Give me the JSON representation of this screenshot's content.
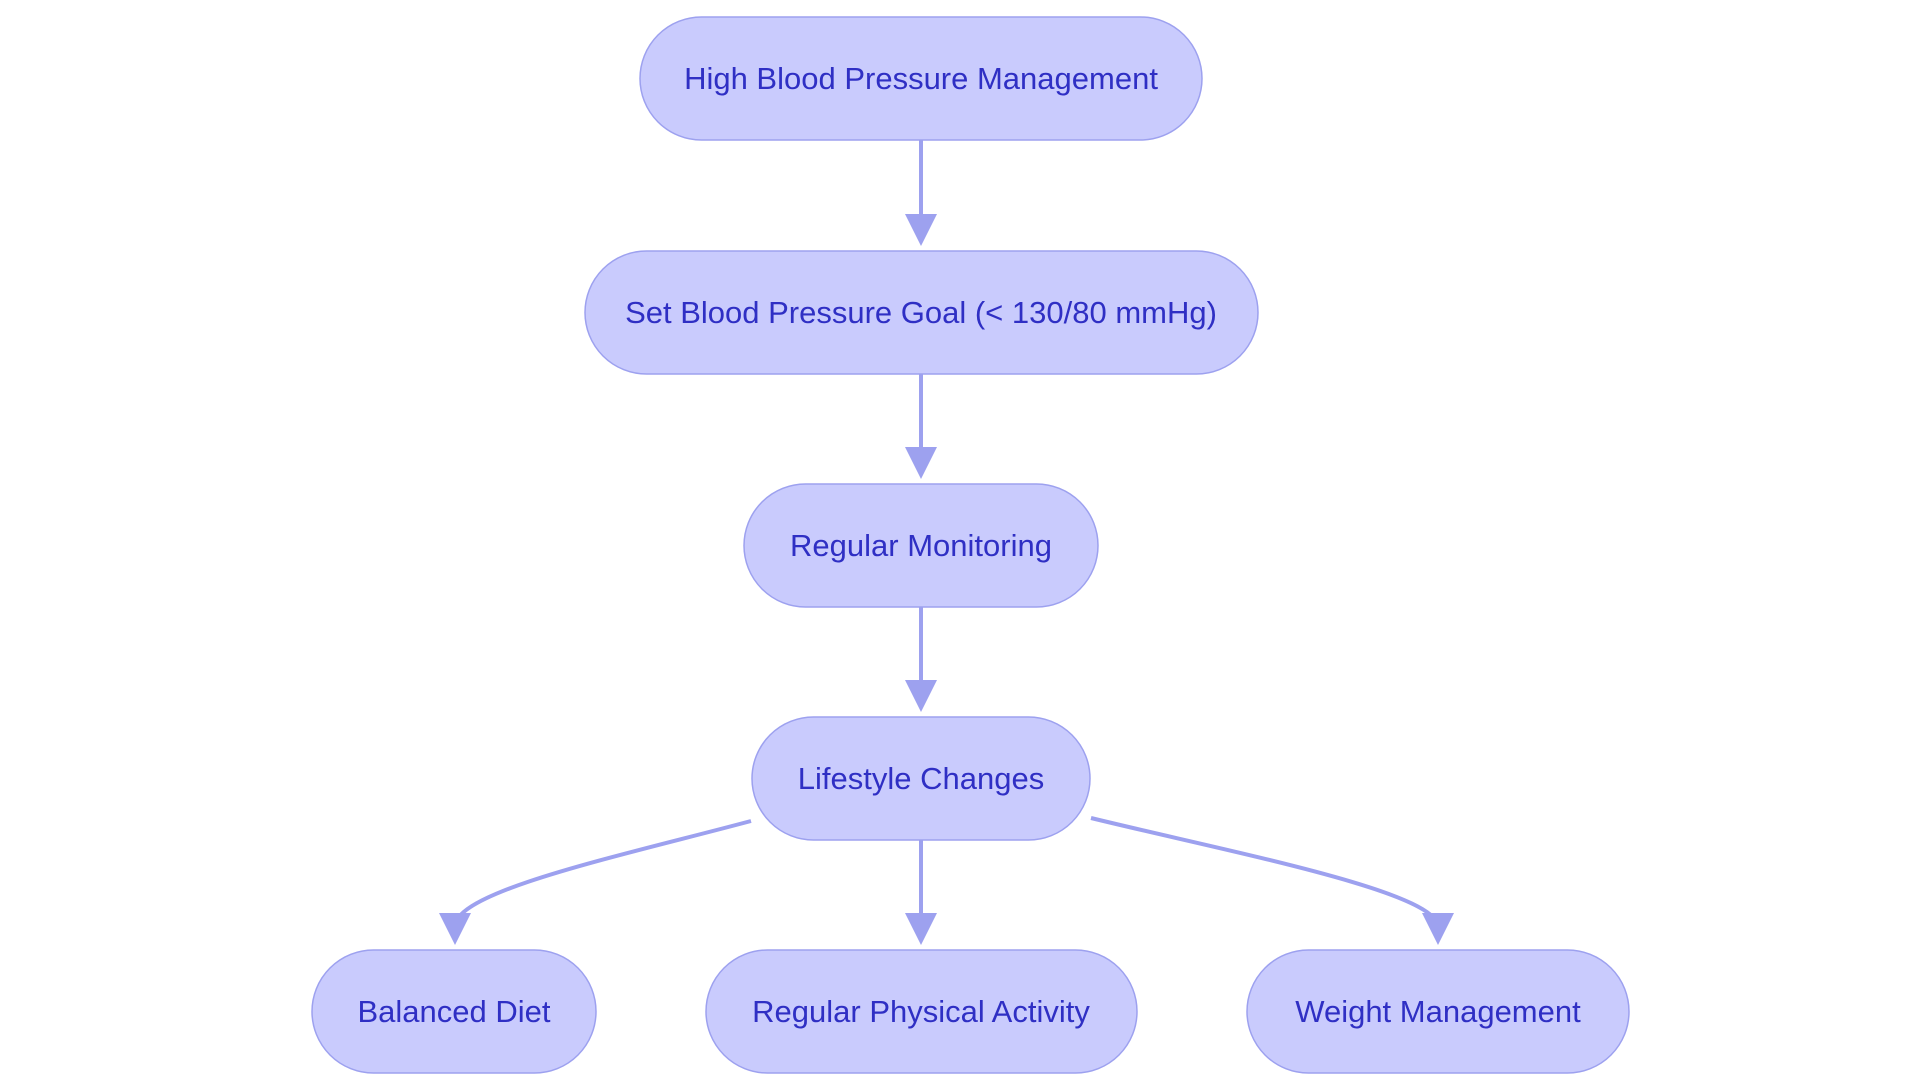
{
  "diagram": {
    "colors": {
      "background": "#ffffff",
      "node_fill": "#c9cbfd",
      "node_stroke": "#9da1ef",
      "edge": "#9da1ef",
      "text": "#2f2fc4"
    },
    "nodes": [
      {
        "id": "root",
        "label": "High Blood Pressure Management"
      },
      {
        "id": "goal",
        "label": "Set Blood Pressure Goal (< 130/80 mmHg)"
      },
      {
        "id": "monitoring",
        "label": "Regular Monitoring"
      },
      {
        "id": "lifestyle",
        "label": "Lifestyle Changes"
      },
      {
        "id": "diet",
        "label": "Balanced Diet"
      },
      {
        "id": "activity",
        "label": "Regular Physical Activity"
      },
      {
        "id": "weight",
        "label": "Weight Management"
      }
    ],
    "edges": [
      {
        "from": "root",
        "to": "goal"
      },
      {
        "from": "goal",
        "to": "monitoring"
      },
      {
        "from": "monitoring",
        "to": "lifestyle"
      },
      {
        "from": "lifestyle",
        "to": "diet"
      },
      {
        "from": "lifestyle",
        "to": "activity"
      },
      {
        "from": "lifestyle",
        "to": "weight"
      }
    ]
  }
}
